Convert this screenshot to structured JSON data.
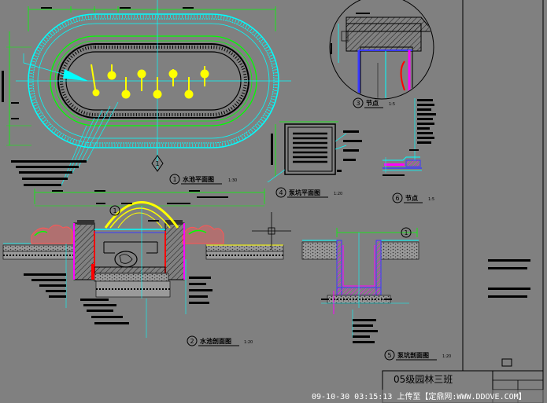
{
  "drawing": {
    "views": [
      {
        "id": "pool-plan",
        "number": "1",
        "title": "水池平面图",
        "scale": "1:30"
      },
      {
        "id": "pool-section",
        "number": "2",
        "title": "水池剖面图",
        "scale": "1:20"
      },
      {
        "id": "detail-3",
        "number": "3",
        "title": "节点",
        "scale": "1:5"
      },
      {
        "id": "pump-plan",
        "number": "4",
        "title": "泵坑平面图",
        "scale": "1:20"
      },
      {
        "id": "pump-section",
        "number": "5",
        "title": "泵坑剖面图",
        "scale": "1:20"
      },
      {
        "id": "detail-6",
        "number": "6",
        "title": "节点",
        "scale": "1:5"
      }
    ],
    "section_markers": [
      "1",
      "1",
      "1"
    ]
  },
  "title_block": {
    "class_name": "05级园林三班"
  },
  "watermark": {
    "text": "09-10-30 03:15:13 上传至【定鼎网:WWW.DDOVE.COM】"
  },
  "colors": {
    "background": "#808080",
    "cyan": "#00ffff",
    "green": "#00ff00",
    "yellow": "#ffff00",
    "magenta": "#ff00ff",
    "red": "#ff0000",
    "blue": "#3a3aff",
    "black": "#000000",
    "white": "#ffffff"
  }
}
